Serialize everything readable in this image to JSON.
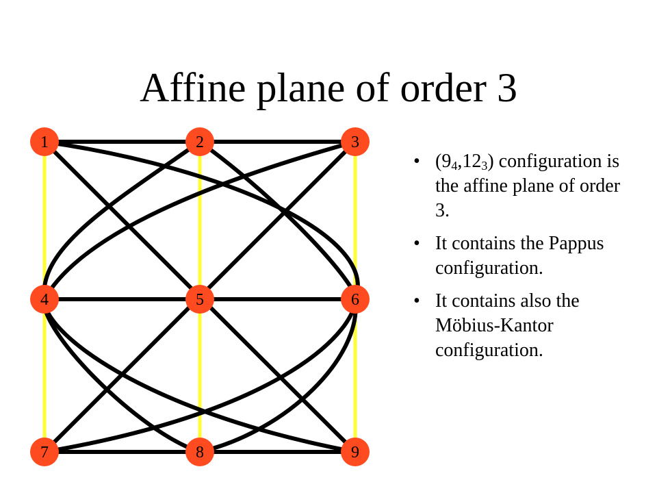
{
  "slide": {
    "title": "Affine plane of order 3"
  },
  "diagram": {
    "points": [
      {
        "label": "1"
      },
      {
        "label": "2"
      },
      {
        "label": "3"
      },
      {
        "label": "4"
      },
      {
        "label": "5"
      },
      {
        "label": "6"
      },
      {
        "label": "7"
      },
      {
        "label": "8"
      },
      {
        "label": "9"
      }
    ],
    "lines": [
      {
        "points": [
          1,
          2,
          3
        ],
        "style": "straight",
        "color": "black"
      },
      {
        "points": [
          4,
          5,
          6
        ],
        "style": "straight",
        "color": "black"
      },
      {
        "points": [
          7,
          8,
          9
        ],
        "style": "straight",
        "color": "black"
      },
      {
        "points": [
          1,
          4,
          7
        ],
        "style": "straight",
        "color": "yellow"
      },
      {
        "points": [
          2,
          5,
          8
        ],
        "style": "straight",
        "color": "yellow"
      },
      {
        "points": [
          3,
          6,
          9
        ],
        "style": "straight",
        "color": "yellow"
      },
      {
        "points": [
          1,
          5,
          9
        ],
        "style": "straight",
        "color": "black"
      },
      {
        "points": [
          3,
          5,
          7
        ],
        "style": "straight",
        "color": "black"
      },
      {
        "points": [
          1,
          6,
          8
        ],
        "style": "curved",
        "color": "black"
      },
      {
        "points": [
          2,
          6,
          7
        ],
        "style": "curved",
        "color": "black"
      },
      {
        "points": [
          2,
          4,
          9
        ],
        "style": "curved",
        "color": "black"
      },
      {
        "points": [
          3,
          4,
          8
        ],
        "style": "curved",
        "color": "black"
      }
    ],
    "colors": {
      "point_fill": "#ff4b1f",
      "black_line": "#000000",
      "yellow_line": "#ffff33"
    }
  },
  "bullets": [
    {
      "parts": [
        {
          "text": "(9"
        },
        {
          "text": "4",
          "sub": true
        },
        {
          "text": ",12"
        },
        {
          "text": "3",
          "sub": true
        },
        {
          "text": ") configuration is the affine plane of order 3."
        }
      ]
    },
    {
      "parts": [
        {
          "text": "It contains the Pappus configuration."
        }
      ]
    },
    {
      "parts": [
        {
          "text": "It contains also the Möbius-Kantor configuration."
        }
      ]
    }
  ]
}
